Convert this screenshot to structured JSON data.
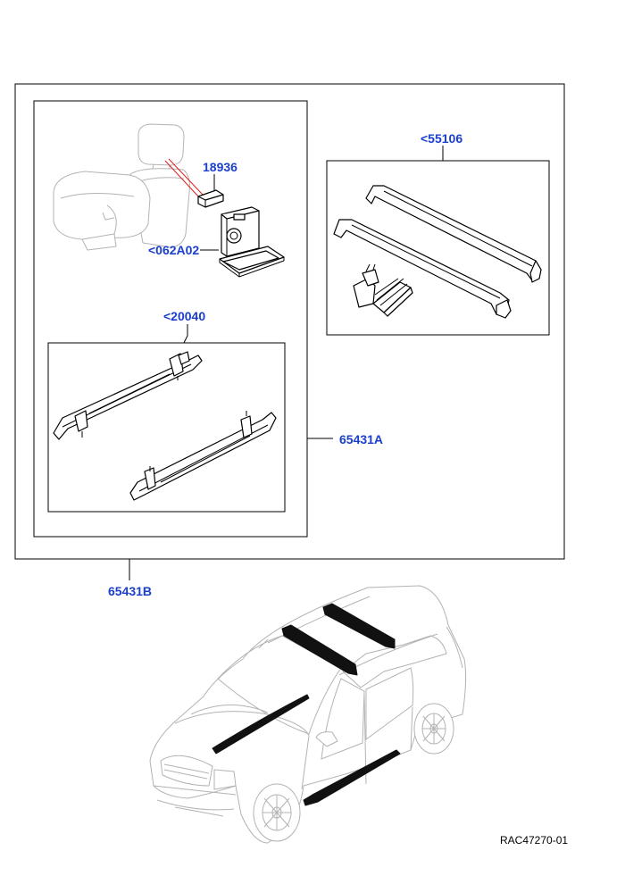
{
  "callouts": {
    "roof_rail_kit": "<55106",
    "seat_part": "18936",
    "seat_bracket": "<062A02",
    "side_steps": "<20040",
    "kit_inner": "65431A",
    "kit_outer": "65431B"
  },
  "reference": "RAC47270-01",
  "colors": {
    "callout": "#1a3fcc",
    "leader_highlight": "#e02020",
    "line": "#000000",
    "ghost": "#b3b3b3"
  }
}
